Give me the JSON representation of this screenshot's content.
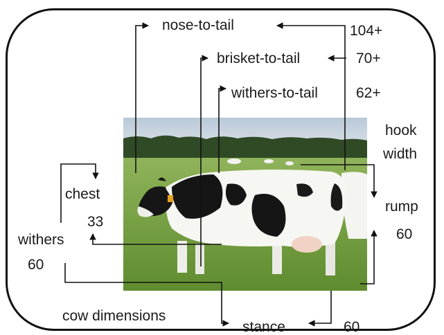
{
  "labels": {
    "nose_to_tail": "nose-to-tail",
    "brisket_to_tail": "brisket-to-tail",
    "withers_to_tail": "withers-to-tail",
    "hook_width": [
      "hook",
      "width"
    ],
    "chest": "chest",
    "withers": "withers",
    "rump": "rump",
    "stance": "stance",
    "caption": "cow dimensions"
  },
  "values": {
    "nose_to_tail": "104+",
    "brisket_to_tail": "70+",
    "withers_to_tail": "62+",
    "chest": "33",
    "withers": "60",
    "rump": "60",
    "stance": "60"
  }
}
